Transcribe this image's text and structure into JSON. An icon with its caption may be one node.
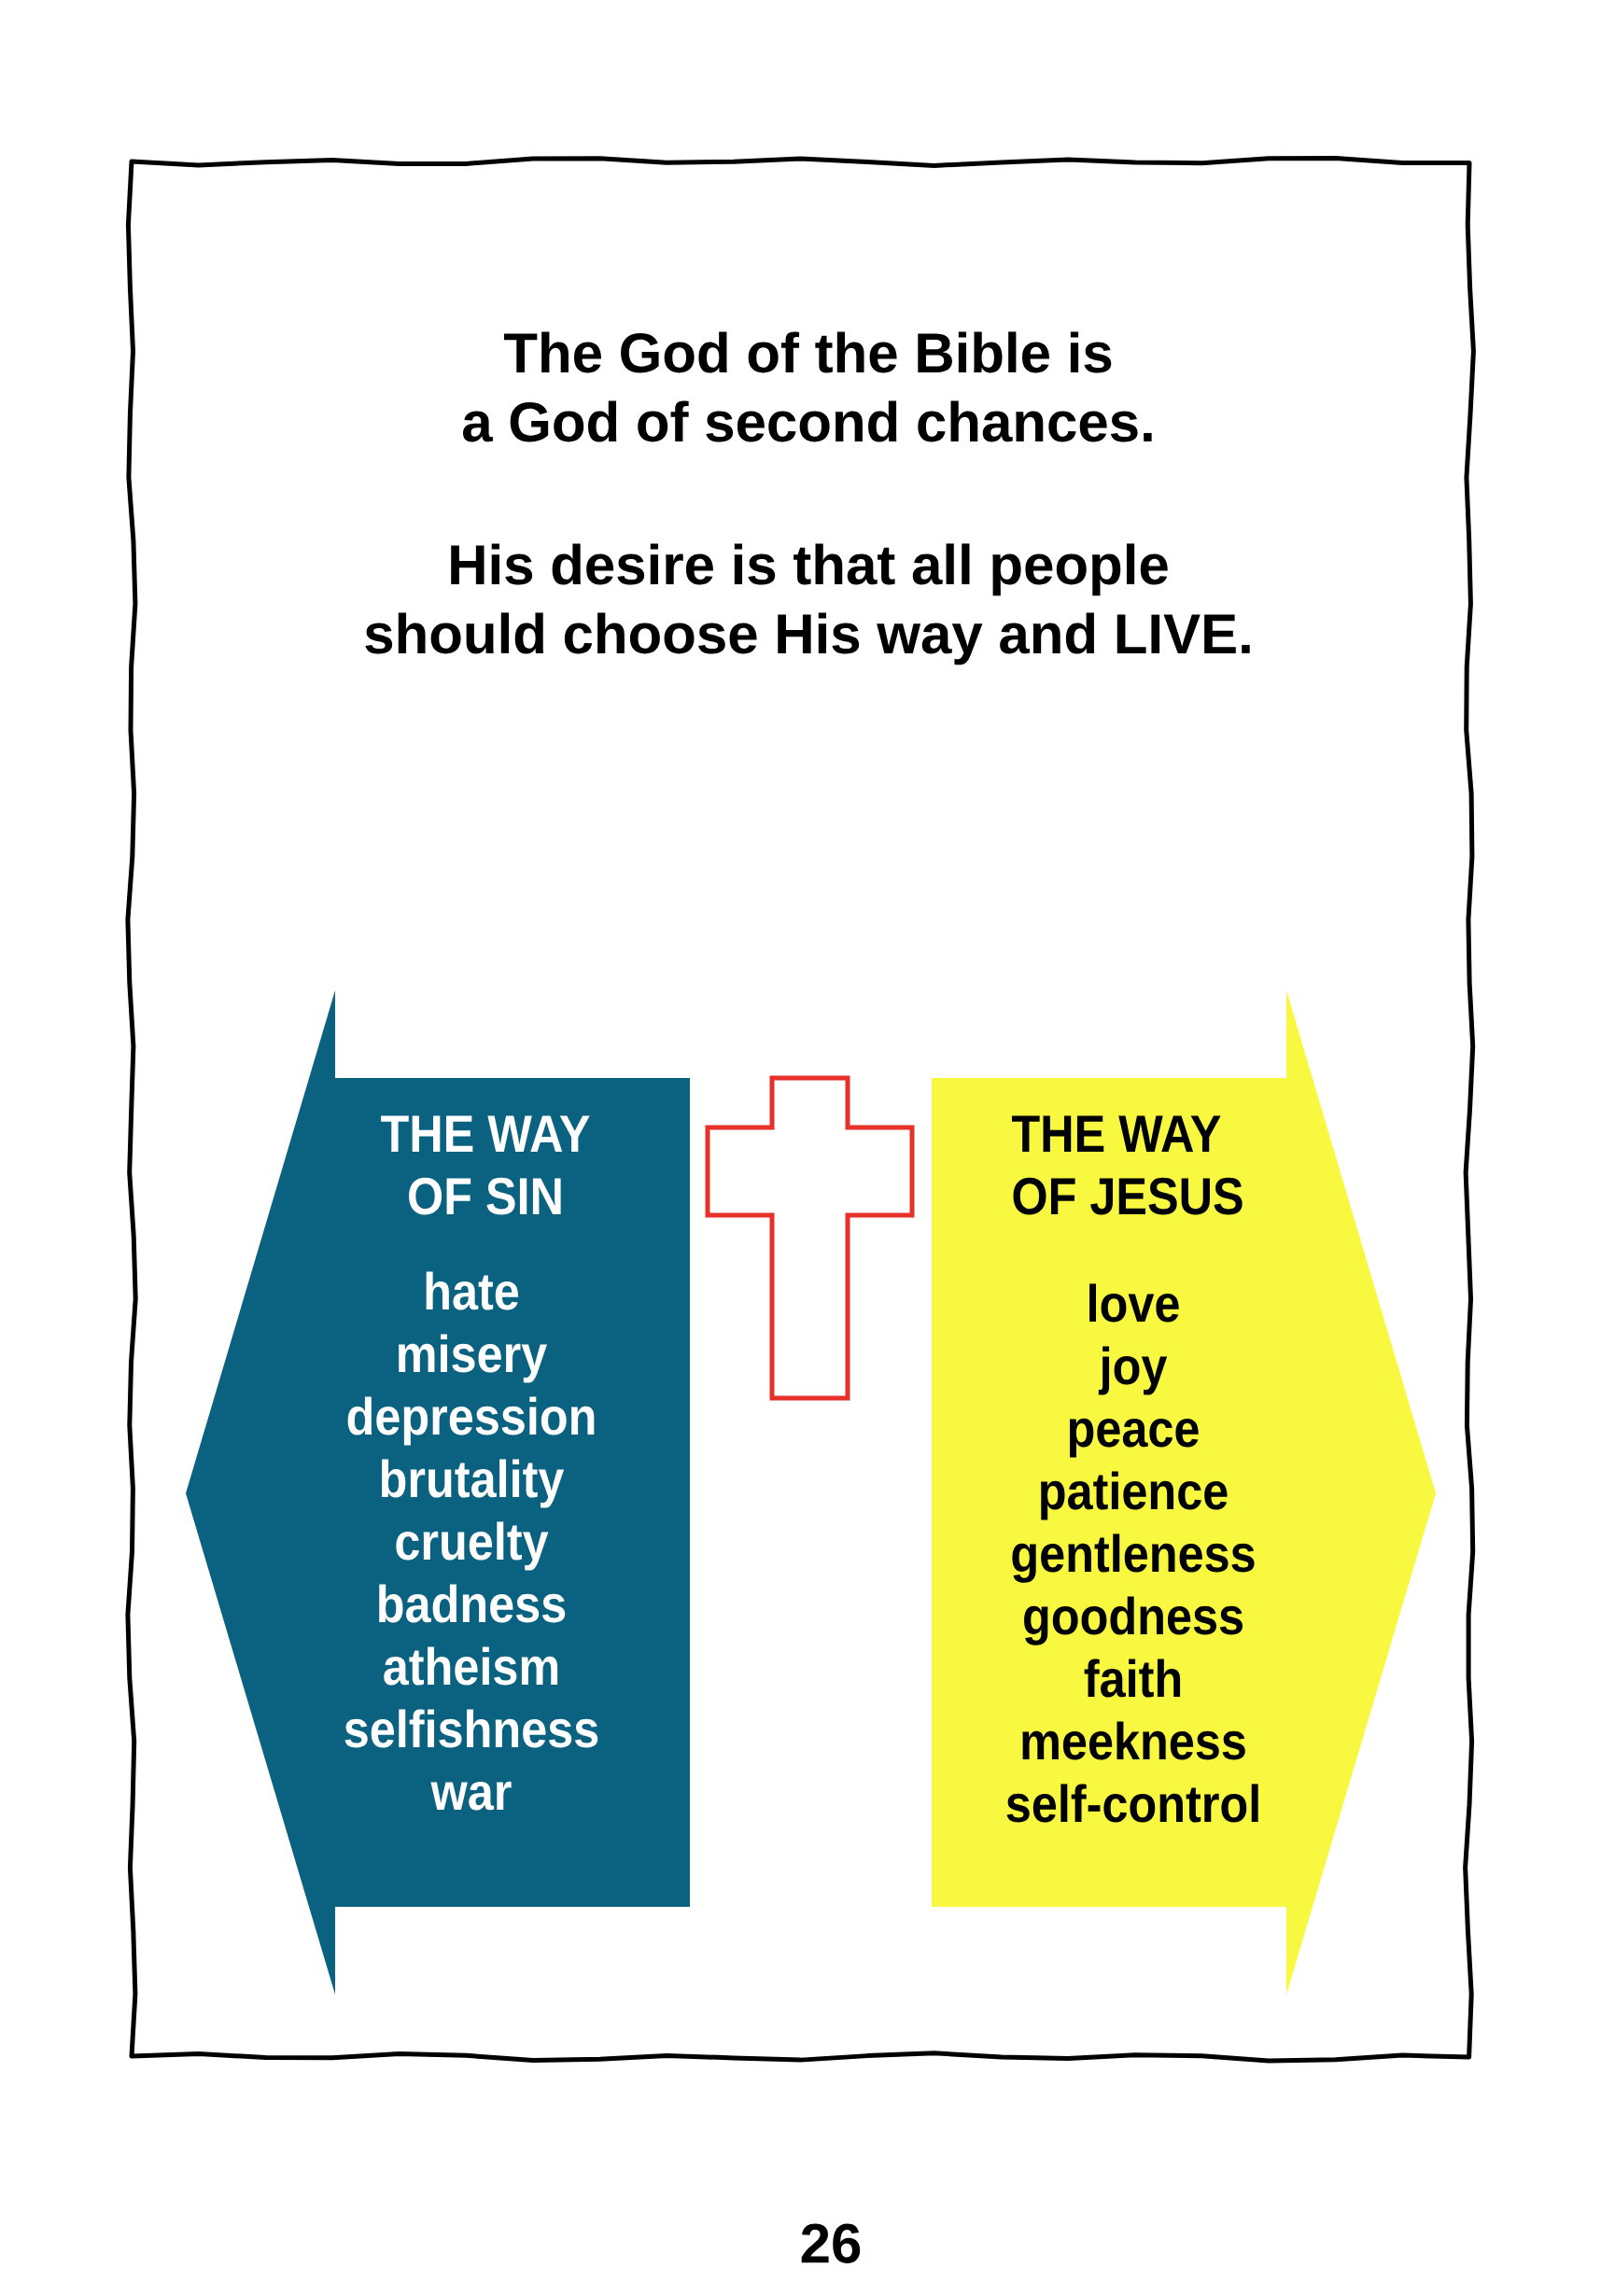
{
  "diagram": {
    "nodes": [
      {
        "text": [
          "THE WAY OF SIN",
          "hate",
          "misery",
          "depression",
          "brutality",
          "cruelty",
          "badness",
          "atheism",
          "selfishness",
          "war"
        ]
      },
      {
        "text": [
          "THE WAY OF JESUS",
          "love",
          "joy",
          "peace",
          "patience",
          "gentleness",
          "goodness",
          "faith",
          "meekness",
          "self-control"
        ]
      }
    ],
    "labels": [
      "The God of the Bible is a God of second chances.",
      "His desire is that all people should choose His way and LIVE.",
      "26"
    ]
  }
}
